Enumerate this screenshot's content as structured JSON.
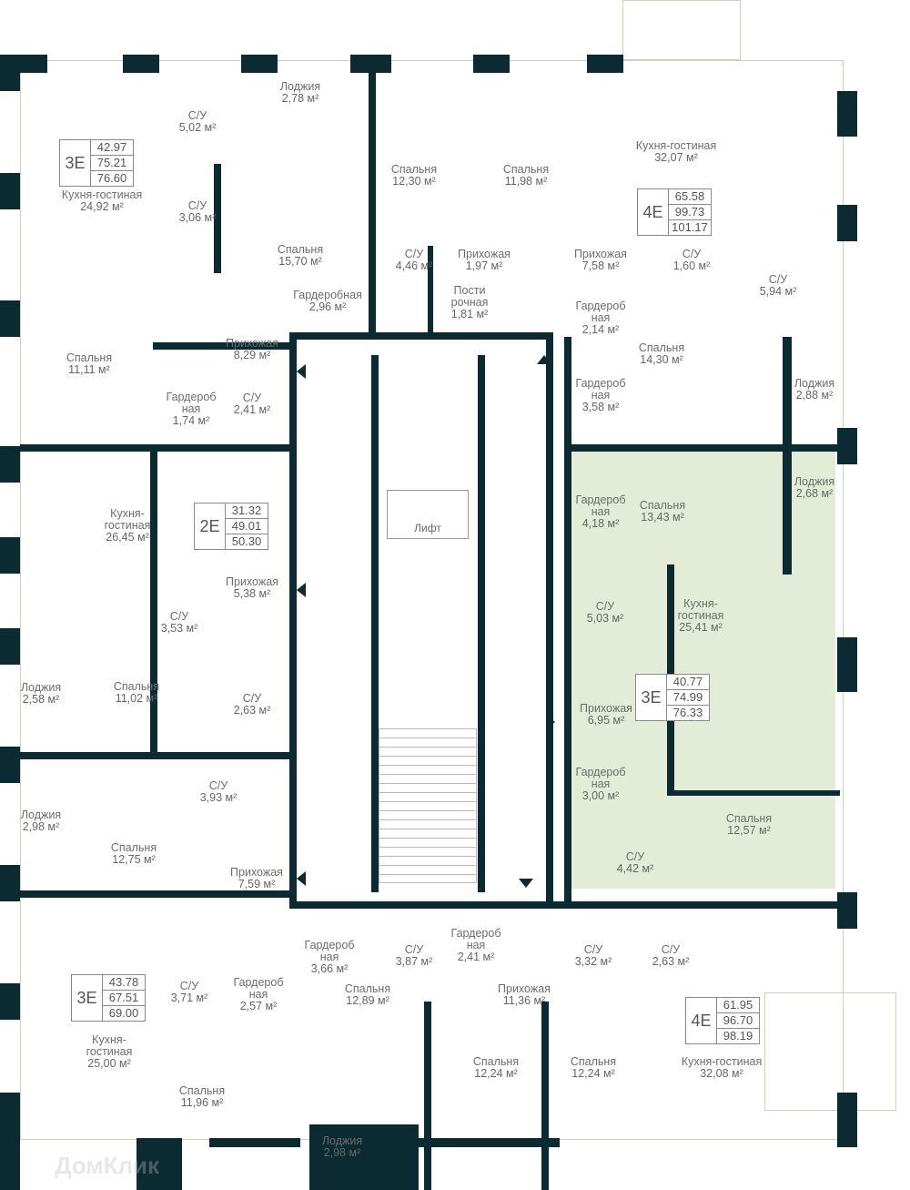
{
  "colors": {
    "wall": "#0c2a32",
    "selected_apartment": "#e3ecd6",
    "text": "#6d6d6d"
  },
  "apartments": [
    {
      "type": "3E",
      "living": "42.97",
      "total": "75.21",
      "total_with_loggia": "76.60"
    },
    {
      "type": "4E",
      "living": "65.58",
      "total": "99.73",
      "total_with_loggia": "101.17"
    },
    {
      "type": "2E",
      "living": "31.32",
      "total": "49.01",
      "total_with_loggia": "50.30"
    },
    {
      "type": "3E",
      "living": "40.77",
      "total": "74.99",
      "total_with_loggia": "76.33",
      "selected": true
    },
    {
      "type": "3E",
      "living": "43.78",
      "total": "67.51",
      "total_with_loggia": "69.00"
    },
    {
      "type": "4E",
      "living": "61.95",
      "total": "96.70",
      "total_with_loggia": "98.19"
    }
  ],
  "rooms": [
    {
      "label": "Кухня-гостиная",
      "area": "24,92 м²"
    },
    {
      "label": "С/У",
      "area": "5,02 м²"
    },
    {
      "label": "Лоджия",
      "area": "2,78 м²"
    },
    {
      "label": "С/У",
      "area": "3,06 м²"
    },
    {
      "label": "Спальня",
      "area": "15,70 м²"
    },
    {
      "label": "Гардеробная",
      "area": "2,96 м²"
    },
    {
      "label": "Прихожая",
      "area": "8,29 м²"
    },
    {
      "label": "Спальня",
      "area": "11,11 м²"
    },
    {
      "label": "Гардероб\nная",
      "area": "1,74 м²"
    },
    {
      "label": "С/У",
      "area": "2,41 м²"
    },
    {
      "label": "Спальня",
      "area": "12,30 м²"
    },
    {
      "label": "Спальня",
      "area": "11,98 м²"
    },
    {
      "label": "С/У",
      "area": "4,46 м²"
    },
    {
      "label": "Прихожая",
      "area": "1,97 м²"
    },
    {
      "label": "Пости\nрочная",
      "area": "1,81 м²"
    },
    {
      "label": "Прихожая",
      "area": "7,58 м²"
    },
    {
      "label": "Кухня-гостиная",
      "area": "32,07 м²"
    },
    {
      "label": "С/У",
      "area": "1,60 м²"
    },
    {
      "label": "С/У",
      "area": "5,94 м²"
    },
    {
      "label": "Гардероб\nная",
      "area": "2,14 м²"
    },
    {
      "label": "Спальня",
      "area": "14,30 м²"
    },
    {
      "label": "Гардероб\nная",
      "area": "3,58 м²"
    },
    {
      "label": "Лоджия",
      "area": "2,88 м²"
    },
    {
      "label": "Кухня-\nгостиная",
      "area": "26,45 м²"
    },
    {
      "label": "Прихожая",
      "area": "5,38 м²"
    },
    {
      "label": "С/У",
      "area": "3,53 м²"
    },
    {
      "label": "Лоджия",
      "area": "2,58 м²"
    },
    {
      "label": "Спальня",
      "area": "11,02 м²"
    },
    {
      "label": "С/У",
      "area": "2,63 м²"
    },
    {
      "label": "Гардероб\nная",
      "area": "4,18 м²"
    },
    {
      "label": "Спальня",
      "area": "13,43 м²"
    },
    {
      "label": "Лоджия",
      "area": "2,68 м²"
    },
    {
      "label": "С/У",
      "area": "5,03 м²"
    },
    {
      "label": "Кухня-\nгостиная",
      "area": "25,41 м²"
    },
    {
      "label": "Прихожая",
      "area": "6,95 м²"
    },
    {
      "label": "Гардероб\nная",
      "area": "3,00 м²"
    },
    {
      "label": "Спальня",
      "area": "12,57 м²"
    },
    {
      "label": "С/У",
      "area": "4,42 м²"
    },
    {
      "label": "С/У",
      "area": "3,93 м²"
    },
    {
      "label": "Лоджия",
      "area": "2,98 м²"
    },
    {
      "label": "Спальня",
      "area": "12,75 м²"
    },
    {
      "label": "Прихожая",
      "area": "7,59 м²"
    },
    {
      "label": "Кухня-\nгостиная",
      "area": "25,00 м²"
    },
    {
      "label": "С/У",
      "area": "3,71 м²"
    },
    {
      "label": "Гардероб\nная",
      "area": "2,57 м²"
    },
    {
      "label": "Спальня",
      "area": "11,96 м²"
    },
    {
      "label": "Гардероб\nная",
      "area": "3,66 м²"
    },
    {
      "label": "С/У",
      "area": "3,87 м²"
    },
    {
      "label": "Гардероб\nная",
      "area": "2,41 м²"
    },
    {
      "label": "Спальня",
      "area": "12,89 м²"
    },
    {
      "label": "Прихожая",
      "area": "11,36 м²"
    },
    {
      "label": "С/У",
      "area": "3,32 м²"
    },
    {
      "label": "С/У",
      "area": "2,63 м²"
    },
    {
      "label": "Спальня",
      "area": "12,24 м²"
    },
    {
      "label": "Спальня",
      "area": "12,24 м²"
    },
    {
      "label": "Кухня-гостиная",
      "area": "32,08 м²"
    },
    {
      "label": "Лоджия",
      "area": "2,98 м²"
    }
  ],
  "lift_label": "Лифт",
  "watermark": "ДомКлик"
}
